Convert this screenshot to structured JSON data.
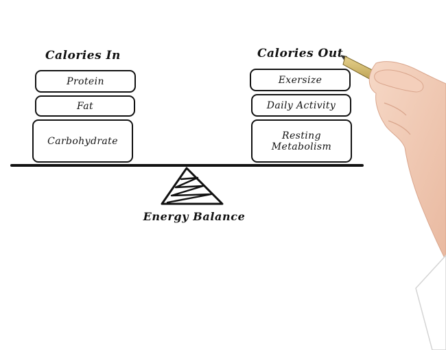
{
  "diagram": {
    "left_group": {
      "title": "Calories In",
      "items": [
        "Protein",
        "Fat",
        "Carbohydrate"
      ]
    },
    "right_group": {
      "title": "Calories Out",
      "items": [
        "Exersize",
        "Daily Activity",
        "Resting Metabolism"
      ],
      "item3_lines": [
        "Resting",
        "Metabolism"
      ]
    },
    "caption": "Energy Balance"
  },
  "colors": {
    "ink": "#111111",
    "pen": "#b59a4a",
    "skin": "#f3cdb8",
    "sleeve": "#ffffff"
  },
  "icons": {
    "fulcrum": "spring-fulcrum-icon",
    "hand": "hand-holding-pen-icon"
  }
}
